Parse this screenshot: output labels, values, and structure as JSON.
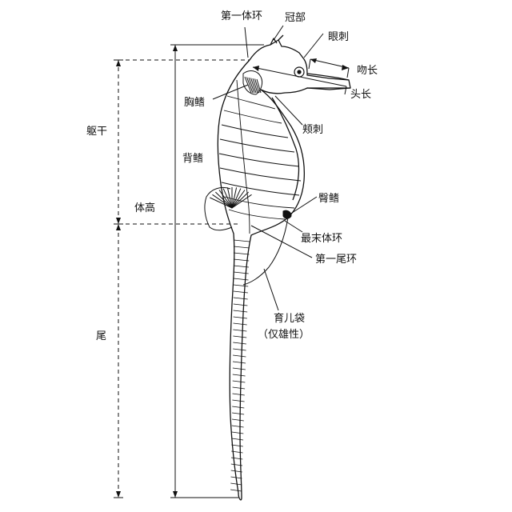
{
  "labels": {
    "first_body_ring": "第一体环",
    "coronet": "冠部",
    "eye_spine": "眼刺",
    "snout_length": "吻长",
    "head_length": "头长",
    "pectoral_fin": "胸鳍",
    "cheek_spine": "颊刺",
    "trunk": "躯干",
    "dorsal_fin": "背鳍",
    "anal_fin": "臀鳍",
    "body_height": "体高",
    "last_body_ring": "最末体环",
    "first_tail_ring": "第一尾环",
    "brood_pouch": "育儿袋",
    "male_only": "（仅雄性）",
    "tail": "尾"
  },
  "colors": {
    "line": "#111111",
    "background": "#ffffff"
  }
}
